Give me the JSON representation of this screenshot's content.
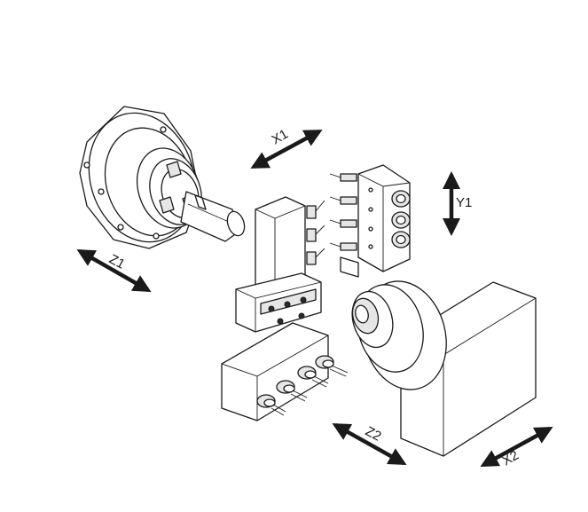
{
  "axes": {
    "x1": "X1",
    "y1": "Y1",
    "z1": "Z1",
    "z2": "Z2",
    "x2": "X2"
  },
  "colors": {
    "line": "#1a1a1a",
    "background": "#ffffff"
  }
}
